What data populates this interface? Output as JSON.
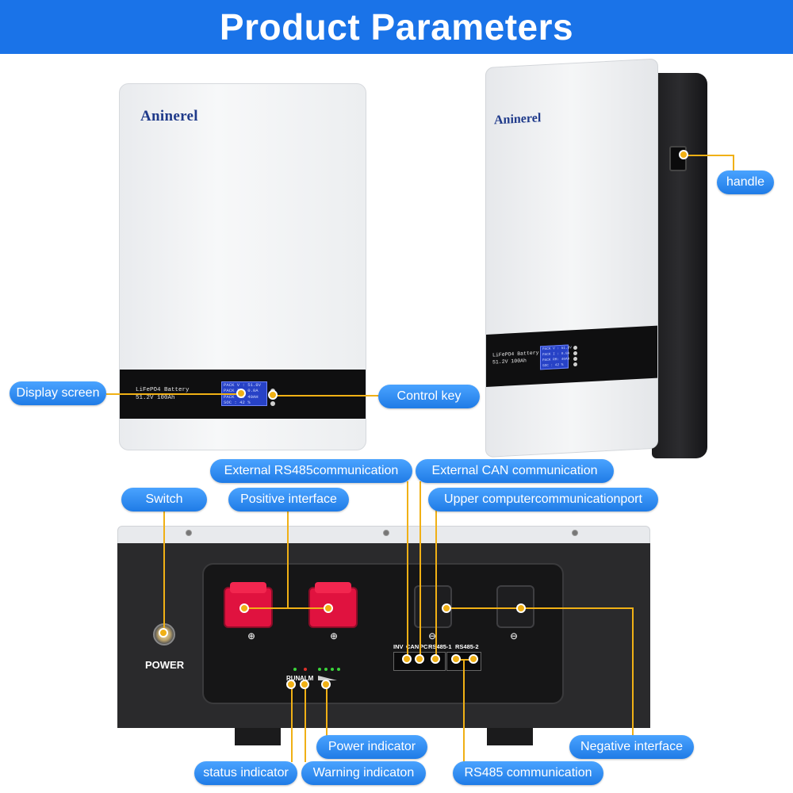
{
  "header": {
    "title": "Product Parameters"
  },
  "brand": {
    "logo": "Aninerel"
  },
  "front_battery": {
    "strip_line1": "LiFePO4 Battery",
    "strip_line2": "51.2V 100Ah",
    "lcd_lines": [
      "PACK V : 51.8V",
      "PACK I : 0.0A",
      "PACK --: 40AH",
      "SOC   :  42 %"
    ]
  },
  "side_battery": {
    "strip_line1": "LiFePO4 Battery",
    "strip_line2": "51.2V 100Ah",
    "lcd_lines": [
      "PACK V : 51.8V",
      "PACK I :  0.0A",
      "PACK RM:  40AH",
      "SOC   :  42 %"
    ]
  },
  "panel": {
    "power_label": "POWER",
    "port_labels": [
      "INV",
      "CAN",
      "PC",
      "RS485-1",
      "RS485-2"
    ],
    "led_labels": [
      "RUN",
      "ALM"
    ]
  },
  "callouts": {
    "display_screen": "Display screen",
    "control_key": "Control key",
    "handle": "handle",
    "ext_rs485": "External RS485communication",
    "ext_can": "External CAN communication",
    "upper_port": "Upper computercommunicationport",
    "switch": "Switch",
    "positive": "Positive interface",
    "power_indicator": "Power indicator",
    "negative": "Negative interface",
    "status_indicator": "status indicator",
    "warning_indicator": "Warning indicaton",
    "rs485": "RS485 communication"
  },
  "colors": {
    "header": "#1a73e8",
    "pill": "#1f7be6",
    "leader": "#f0b015"
  }
}
